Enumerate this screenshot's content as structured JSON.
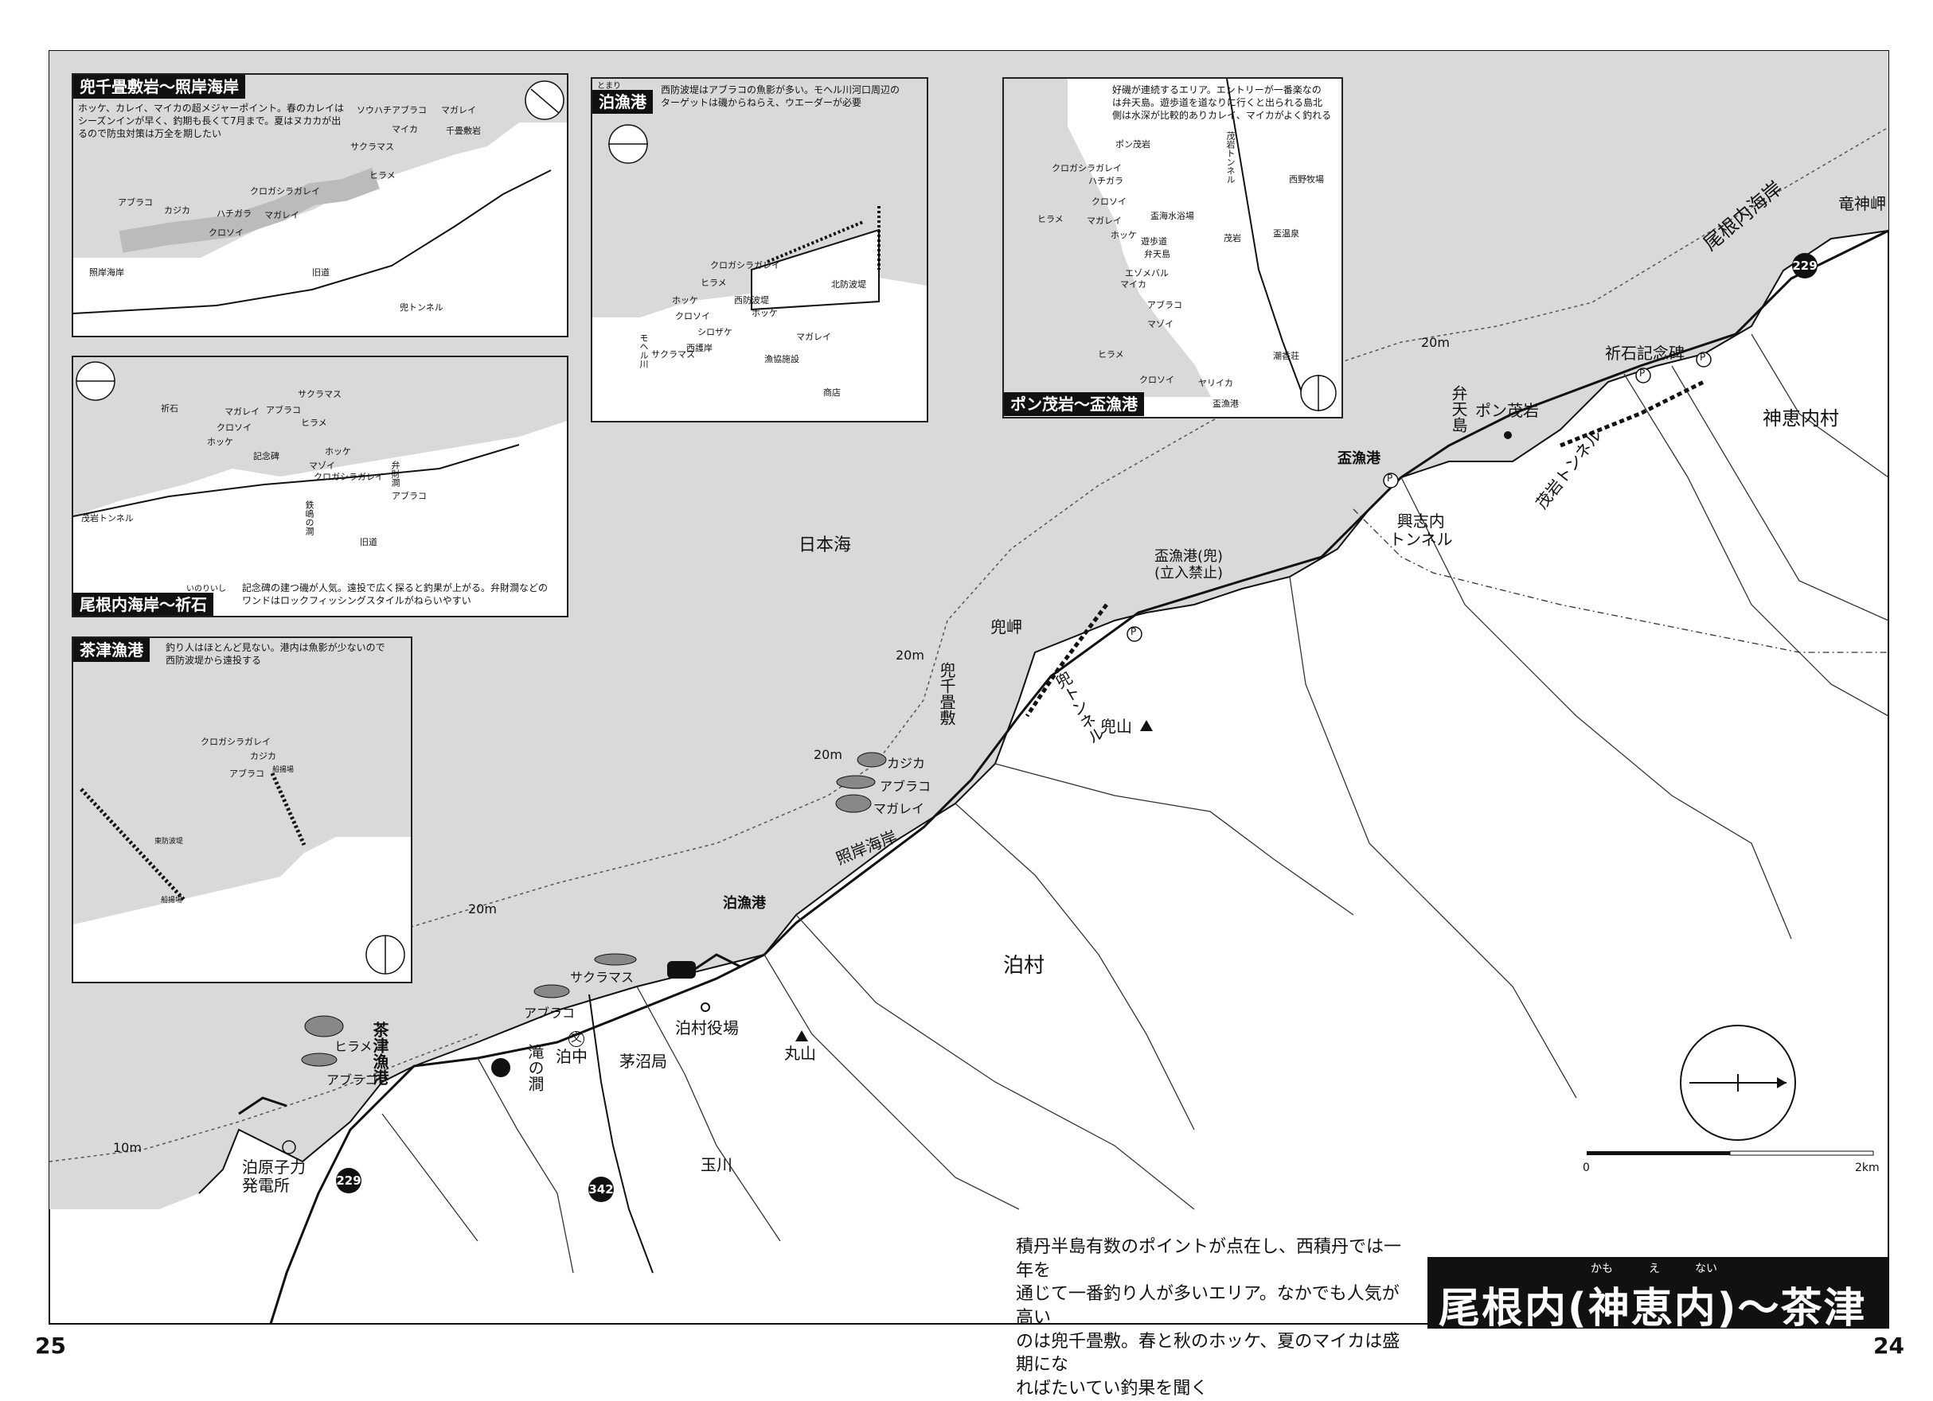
{
  "page_numbers": {
    "left": "25",
    "right": "24"
  },
  "title": {
    "main": "尾根内(神恵内)～茶津",
    "ruby_kamo": "かも",
    "ruby_e": "え",
    "ruby_nai": "ない"
  },
  "summary": "積丹半島有数のポイントが点在し、西積丹では一年を\n通じて一番釣り人が多いエリア。なかでも人気が高い\nのは兜千畳敷。春と秋のホッケ、夏のマイカは盛期にな\nればたいてい釣果を聞く",
  "sea": {
    "name": "日本海",
    "depth_10": "10m",
    "depth_20a": "20m",
    "depth_20b": "20m",
    "depth_20c": "20m",
    "depth_20d": "20m"
  },
  "places": {
    "ryujin": "竜神岬",
    "onenai_coast": "尾根内海岸",
    "inoishi": "祈石記念碑",
    "kamoenai": "神恵内村",
    "benten": "弁天島",
    "pon_moiwa": "ポン茂岩",
    "moiwa_tunnel": "茂岩トンネル",
    "sakazuki_port": "盃漁港",
    "koshinai_tunnel": "興志内\nトンネル",
    "sakazuki_kabuto": "盃漁港(兜)\n(立入禁止)",
    "kabuto_misaki": "兜岬",
    "kabuto_tunnel": "兜トンネル",
    "kabuto_senjo": "兜千畳敷",
    "kabutoyama": "兜山",
    "shoganjo_coast": "照岸海岸",
    "tomari_port": "泊漁港",
    "tomari_village": "泊村",
    "tomari_office": "泊村役場",
    "maruyama": "丸山",
    "kayanuma_post": "茅沼局",
    "taki_no_ma": "滝の澗",
    "tomari_jh": "泊中",
    "tamagawa": "玉川",
    "chatsu_port": "茶津漁港",
    "nuclear": "泊原子力\n発電所"
  },
  "fish_main": {
    "kajika": "カジカ",
    "aburako": "アブラコ",
    "magarei": "マガレイ",
    "sakuramasu": "サクラマス",
    "aburako2": "アブラコ",
    "hirame": "ヒラメ",
    "aburako3": "アブラコ"
  },
  "routes": {
    "r229a": "229",
    "r229b": "229",
    "r342": "342"
  },
  "parking": "P",
  "school": "文",
  "scale": {
    "start": "0",
    "end": "2km"
  },
  "insets": {
    "kabuto": {
      "title": "兜千畳敷岩～照岸海岸",
      "desc": "ホッケ、カレイ、マイカの超メジャーポイント。春のカレイは\nシーズンインが早く、釣期も長くて7月まで。夏はヌカカが出\nるので防虫対策は万全を期したい",
      "labels": [
        "ソウハチ",
        "アブラコ",
        "マガレイ",
        "マイカ",
        "千畳敷岩",
        "サクラマス",
        "ヒラメ",
        "アブラコ",
        "カジカ",
        "ハチガラ",
        "クロガシラガレイ",
        "マガレイ",
        "クロソイ",
        "照岸海岸",
        "旧道",
        "兜トンネル"
      ]
    },
    "tomari": {
      "ruby": "とまり",
      "title": "泊漁港",
      "desc": "西防波堤はアブラコの魚影が多い。モヘル川河口周辺の\nターゲットは磯からねらえ、ウエーダーが必要",
      "labels": [
        "クロガシラガレイ",
        "ヒラメ",
        "西防波堤",
        "ホッケ",
        "クロソイ",
        "シロザケ",
        "マガレイ",
        "北防波堤",
        "西護岸",
        "ホッケ",
        "サクラマス",
        "漁協施設",
        "商店",
        "モヘル川"
      ]
    },
    "pon": {
      "title": "ポン茂岩～盃漁港",
      "desc": "好磯が連続するエリア。エントリーが一番楽なの\nは弁天島。遊歩道を道なりに行くと出られる島北\n側は水深が比較的ありカレイ、マイカがよく釣れる",
      "labels": [
        "ポン茂岩",
        "茂岩トンネル",
        "西野牧場",
        "クロガシラガレイ",
        "ハチガラ",
        "クロソイ",
        "マガレイ",
        "ホッケ",
        "ヒラメ",
        "盃海水浴場",
        "茂岩",
        "遊歩道",
        "弁天島",
        "盃温泉",
        "マイカ",
        "アブラコ",
        "マゾイ",
        "ヒラメ",
        "クロソイ",
        "ヤリイカ",
        "潮香荘",
        "盃漁港",
        "エゾメバル"
      ]
    },
    "inoishi": {
      "title": "尾根内海岸～祈石",
      "ruby": "いのりいし",
      "desc": "記念碑の建つ磯が人気。遠投で広く探ると釣果が上がる。弁財澗などの\nワンドはロックフィッシングスタイルがねらいやすい",
      "labels": [
        "祈石",
        "サクラマス",
        "マガレイ",
        "アブラコ",
        "クロソイ",
        "ヒラメ",
        "ホッケ",
        "記念碑",
        "ホッケ",
        "マゾイ",
        "クロガシラガレイ",
        "弁財澗",
        "アブラコ",
        "茂岩トンネル",
        "旧道",
        "鉄嶋の澗"
      ]
    },
    "chatsu": {
      "title": "茶津漁港",
      "desc": "釣り人はほとんど見ない。港内は魚影が少ないので\n西防波堤から遠投する",
      "labels": [
        "クロガシラガレイ",
        "カジカ",
        "アブラコ",
        "船揚場",
        "東防波堤",
        "船揚場"
      ]
    }
  },
  "colors": {
    "land": "#ffffff",
    "sea": "#d9d9d9",
    "ink": "#111111",
    "shore": "#bbbbbb"
  }
}
